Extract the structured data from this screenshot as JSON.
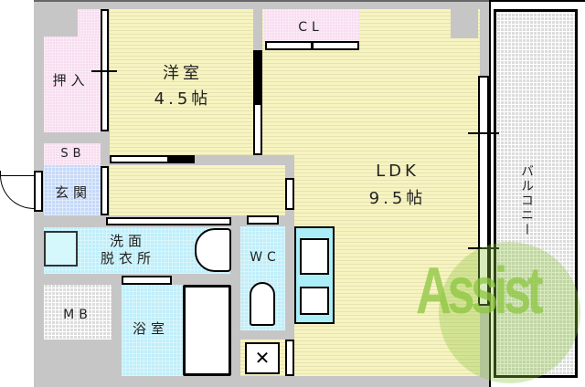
{
  "rooms": {
    "western": {
      "name": "洋室",
      "size": "4.5帖"
    },
    "closet": "押入",
    "sb": "SB",
    "entrance": "玄関",
    "washroom": {
      "line1": "洗面",
      "line2": "脱衣所"
    },
    "mb": "MB",
    "bath": "浴室",
    "wc": "WC",
    "cl": "CL",
    "ldk": {
      "name": "LDK",
      "size": "9.5帖"
    },
    "balcony": "バルコニー"
  },
  "watermark": "Assist",
  "colors": {
    "floor": "#f7f4c0",
    "storage": "#f7dcf0",
    "wet_area": "#bfeefa",
    "entrance": "#c5d8f8",
    "wall": "#c6c6c6",
    "watermark": "#8cc63f"
  }
}
